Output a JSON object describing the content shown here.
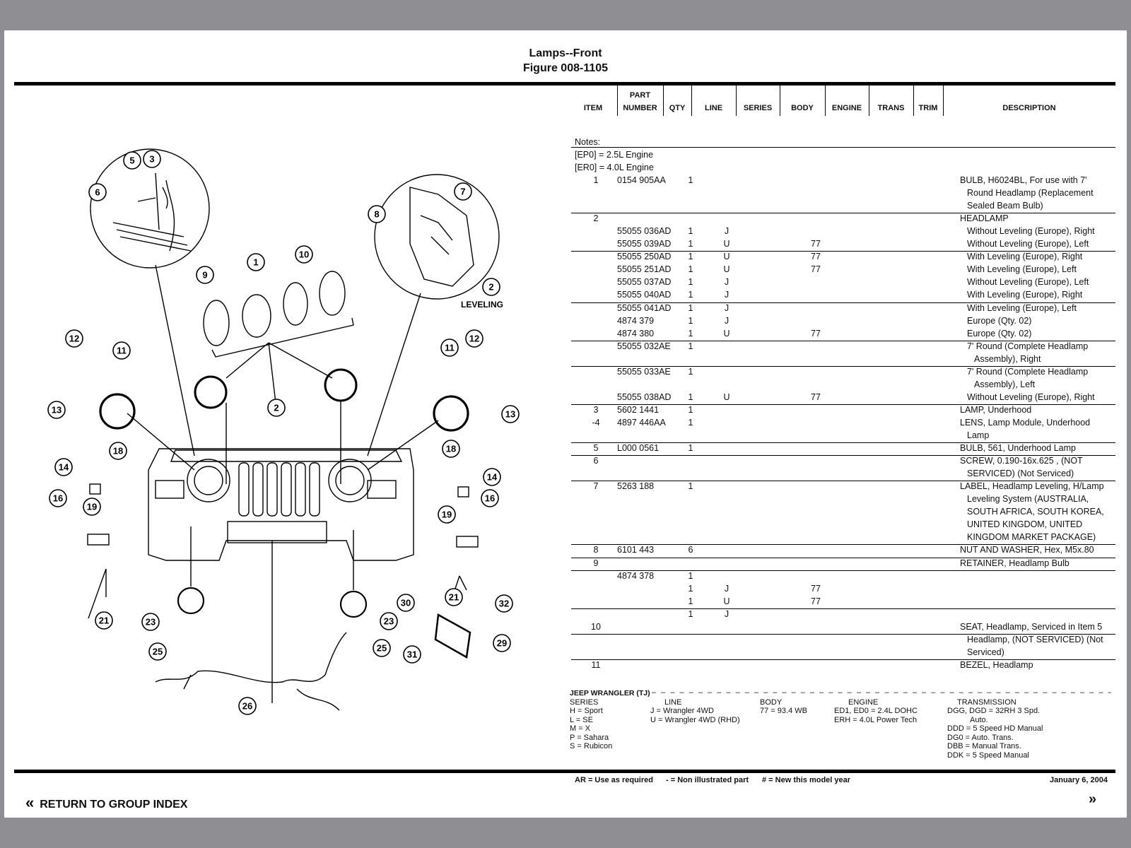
{
  "header": {
    "title": "Lamps--Front",
    "figure": "Figure 008-1105"
  },
  "table": {
    "columns": [
      {
        "l1": "",
        "l2": "ITEM"
      },
      {
        "l1": "PART",
        "l2": "NUMBER"
      },
      {
        "l1": "",
        "l2": "QTY"
      },
      {
        "l1": "",
        "l2": "LINE"
      },
      {
        "l1": "",
        "l2": "SERIES"
      },
      {
        "l1": "",
        "l2": "BODY"
      },
      {
        "l1": "",
        "l2": "ENGINE"
      },
      {
        "l1": "",
        "l2": "TRANS"
      },
      {
        "l1": "",
        "l2": "TRIM"
      },
      {
        "l1": "",
        "l2": "DESCRIPTION"
      }
    ],
    "notes_label": "Notes:",
    "notes": [
      "[EP0] = 2.5L Engine",
      "[ER0] = 4.0L Engine"
    ],
    "rows": [
      {
        "item": "1",
        "part": "0154 905AA",
        "qty": "1",
        "line": "",
        "body": "",
        "desc": "BULB, H6024BL, For use with 7'"
      },
      {
        "desc": "Round Headlamp (Replacement",
        "indent": 1
      },
      {
        "desc": "Sealed Beam Bulb)",
        "indent": 1
      },
      {
        "item": "2",
        "desc": "HEADLAMP"
      },
      {
        "part": "55055 036AD",
        "qty": "1",
        "line": "J",
        "desc": "Without Leveling (Europe), Right",
        "indent": 1
      },
      {
        "part": "55055 039AD",
        "qty": "1",
        "line": "U",
        "body": "77",
        "desc": "Without Leveling (Europe), Left",
        "indent": 1
      },
      {
        "part": "55055 250AD",
        "qty": "1",
        "line": "U",
        "body": "77",
        "desc": "With Leveling (Europe), Right",
        "indent": 1
      },
      {
        "part": "55055 251AD",
        "qty": "1",
        "line": "U",
        "body": "77",
        "desc": "With Leveling (Europe), Left",
        "indent": 1
      },
      {
        "part": "55055 037AD",
        "qty": "1",
        "line": "J",
        "desc": "Without Leveling (Europe), Left",
        "indent": 1
      },
      {
        "part": "55055 040AD",
        "qty": "1",
        "line": "J",
        "desc": "With Leveling (Europe), Right",
        "indent": 1
      },
      {
        "part": "55055 041AD",
        "qty": "1",
        "line": "J",
        "desc": "With Leveling (Europe), Left",
        "indent": 1
      },
      {
        "part": "4874 379",
        "qty": "1",
        "line": "J",
        "desc": "Europe (Qty. 02)",
        "indent": 1
      },
      {
        "part": "4874 380",
        "qty": "1",
        "line": "U",
        "body": "77",
        "desc": "Europe (Qty. 02)",
        "indent": 1
      },
      {
        "part": "55055 032AE",
        "qty": "1",
        "desc": "7' Round (Complete Headlamp",
        "indent": 1
      },
      {
        "desc": "Assembly), Right",
        "indent": 2
      },
      {
        "part": "55055 033AE",
        "qty": "1",
        "desc": "7' Round (Complete Headlamp",
        "indent": 1
      },
      {
        "desc": "Assembly), Left",
        "indent": 2
      },
      {
        "part": "55055 038AD",
        "qty": "1",
        "line": "U",
        "body": "77",
        "desc": "Without Leveling (Europe), Right",
        "indent": 1
      },
      {
        "item": "3",
        "part": "5602 1441",
        "qty": "1",
        "desc": "LAMP, Underhood"
      },
      {
        "item": "-4",
        "part": "4897 446AA",
        "qty": "1",
        "desc": "LENS, Lamp Module, Underhood"
      },
      {
        "desc": "Lamp",
        "indent": 1
      },
      {
        "item": "5",
        "part": "L000 0561",
        "qty": "1",
        "desc": "BULB, 561, Underhood Lamp"
      },
      {
        "item": "6",
        "desc": "SCREW, 0.190-16x.625 , (NOT"
      },
      {
        "desc": "SERVICED) (Not Serviced)",
        "indent": 1
      },
      {
        "item": "7",
        "part": "5263 188",
        "qty": "1",
        "desc": "LABEL, Headlamp Leveling, H/Lamp"
      },
      {
        "desc": "Leveling System (AUSTRALIA,",
        "indent": 1
      },
      {
        "desc": "SOUTH AFRICA, SOUTH KOREA,",
        "indent": 1
      },
      {
        "desc": "UNITED KINGDOM, UNITED",
        "indent": 1
      },
      {
        "desc": "KINGDOM MARKET PACKAGE)",
        "indent": 1
      },
      {
        "item": "8",
        "part": "6101 443",
        "qty": "6",
        "desc": "NUT AND WASHER, Hex, M5x.80"
      },
      {
        "item": "9",
        "desc": "RETAINER, Headlamp Bulb"
      },
      {
        "part": "4874 378",
        "qty": "1"
      },
      {
        "qty": "1",
        "line": "J",
        "body": "77"
      },
      {
        "qty": "1",
        "line": "U",
        "body": "77"
      },
      {
        "qty": "1",
        "line": "J"
      },
      {
        "item": "10",
        "desc": "SEAT, Headlamp, Serviced in Item 5"
      },
      {
        "desc": "Headlamp, (NOT SERVICED) (Not",
        "indent": 1
      },
      {
        "desc": "Serviced)",
        "indent": 1
      },
      {
        "item": "11",
        "desc": "BEZEL, Headlamp"
      }
    ]
  },
  "legend": {
    "title": "JEEP WRANGLER (TJ)",
    "series": {
      "head": "SERIES",
      "items": [
        "H = Sport",
        "L = SE",
        "M = X",
        "P = Sahara",
        "S = Rubicon"
      ]
    },
    "line": {
      "head": "LINE",
      "items": [
        "J = Wrangler 4WD",
        "U = Wrangler 4WD (RHD)"
      ]
    },
    "body": {
      "head": "BODY",
      "items": [
        "77 = 93.4 WB"
      ]
    },
    "engine": {
      "head": "ENGINE",
      "items": [
        "ED1, ED0 = 2.4L DOHC",
        "ERH = 4.0L Power Tech"
      ]
    },
    "transmission": {
      "head": "TRANSMISSION",
      "items": [
        "DGG, DGD = 32RH 3 Spd.",
        "Auto.",
        "DDD = 5 Speed HD Manual",
        "DG0 = Auto. Trans.",
        "DBB = Manual Trans.",
        "DDK = 5 Speed Manual"
      ]
    }
  },
  "footer": {
    "ar": "AR = Use as required",
    "non": "- = Non illustrated part",
    "new": "# = New this model year",
    "date": "January 6, 2004"
  },
  "nav": {
    "return_label": "RETURN TO GROUP INDEX",
    "return_icon": "«",
    "next_icon": "»"
  },
  "diagram": {
    "leveling_label": "LEVELING",
    "callouts": [
      "5",
      "3",
      "6",
      "7",
      "8",
      "2",
      "1",
      "10",
      "9",
      "12",
      "11",
      "12",
      "11",
      "13",
      "13",
      "2",
      "18",
      "18",
      "14",
      "14",
      "16",
      "16",
      "19",
      "19",
      "21",
      "21",
      "23",
      "23",
      "25",
      "25",
      "30",
      "32",
      "31",
      "29",
      "26"
    ]
  }
}
